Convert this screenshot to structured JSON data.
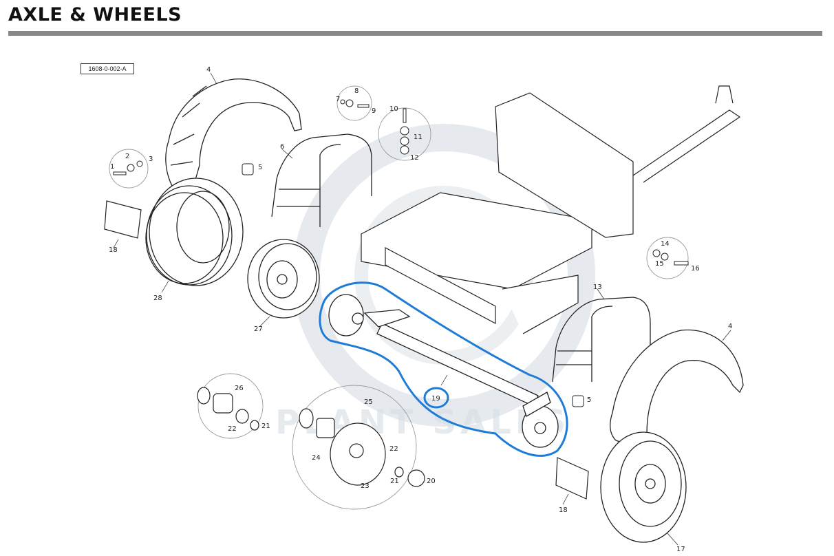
{
  "header": {
    "title": "AXLE & WHEELS"
  },
  "drawing_ref": "1608-0-002-A",
  "watermark": {
    "text": "PLANT SALES",
    "color": "#c8d2dc"
  },
  "highlight": {
    "color": "#1e7bd6",
    "label": "19"
  },
  "callouts": {
    "c1": "1",
    "c2": "2",
    "c3": "3",
    "c4a": "4",
    "c4b": "4",
    "c5a": "5",
    "c5b": "5",
    "c6": "6",
    "c7": "7",
    "c8": "8",
    "c9": "9",
    "c10": "10",
    "c11": "11",
    "c12": "12",
    "c13": "13",
    "c14": "14",
    "c15": "15",
    "c16": "16",
    "c17": "17",
    "c18a": "18",
    "c18b": "18",
    "c20": "20",
    "c21a": "21",
    "c21b": "21",
    "c22a": "22",
    "c22b": "22",
    "c23": "23",
    "c24": "24",
    "c25": "25",
    "c26": "26",
    "c27": "27",
    "c28": "28"
  }
}
